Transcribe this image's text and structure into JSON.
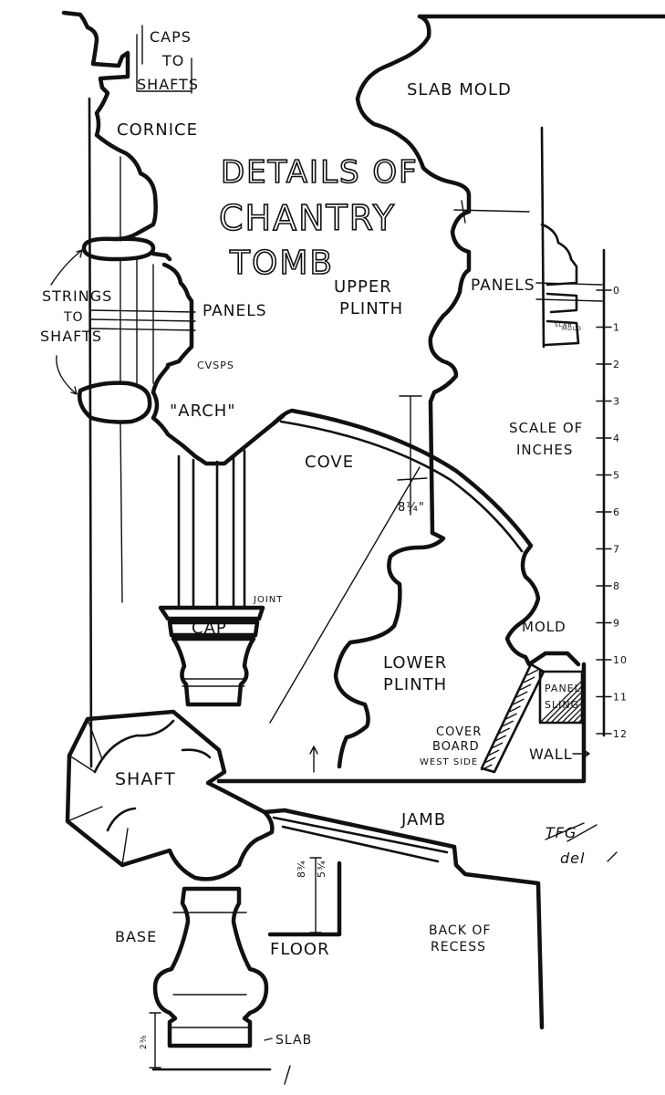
{
  "drawing": {
    "title_line1": "DETAILS OF",
    "title_line2": "CHANTRY",
    "title_line3": "TOMB",
    "monogram_line1": "TFG",
    "monogram_line2": "del",
    "labels": {
      "caps": "CAPS",
      "to": "TO",
      "shafts": "SHAFTS",
      "slab_mold": "SLAB MOLD",
      "cornice": "CORNICE",
      "strings": "STRINGS",
      "to2": "TO",
      "shafts2": "SHAFTS",
      "panels_left": "PANELS",
      "panels_right": "PANELS",
      "cusps": "CVSPS",
      "arch": "\"ARCH\"",
      "upper": "UPPER",
      "plinth_upper": "PLINTH",
      "cove": "COVE",
      "dim_8_quarter": "8¼\"",
      "joint": "JOINT",
      "cap": "CAP",
      "mold": "MOLD",
      "lower": "LOWER",
      "plinth_lower": "PLINTH",
      "panel": "PANEL",
      "sling": "SLING",
      "cover": "COVER",
      "board": "BOARD",
      "west_side": "WEST SIDE",
      "wall": "WALL",
      "shaft": "SHAFT",
      "jamb": "JAMB",
      "dim_5_3_4": "5¾",
      "dim_8_3_4": "8¾",
      "base": "BASE",
      "floor": "FLOOR",
      "back_of": "BACK OF",
      "recess": "RECESS",
      "slab": "SLAB",
      "dim_2_3_8": "2⅜",
      "slab_small": "SLAB",
      "mold_small": "MOLD",
      "scale_of": "SCALE OF",
      "inches": "INCHES"
    },
    "scale": {
      "ticks": [
        "0",
        "1",
        "2",
        "3",
        "4",
        "5",
        "6",
        "7",
        "8",
        "9",
        "10",
        "11",
        "12"
      ]
    }
  }
}
